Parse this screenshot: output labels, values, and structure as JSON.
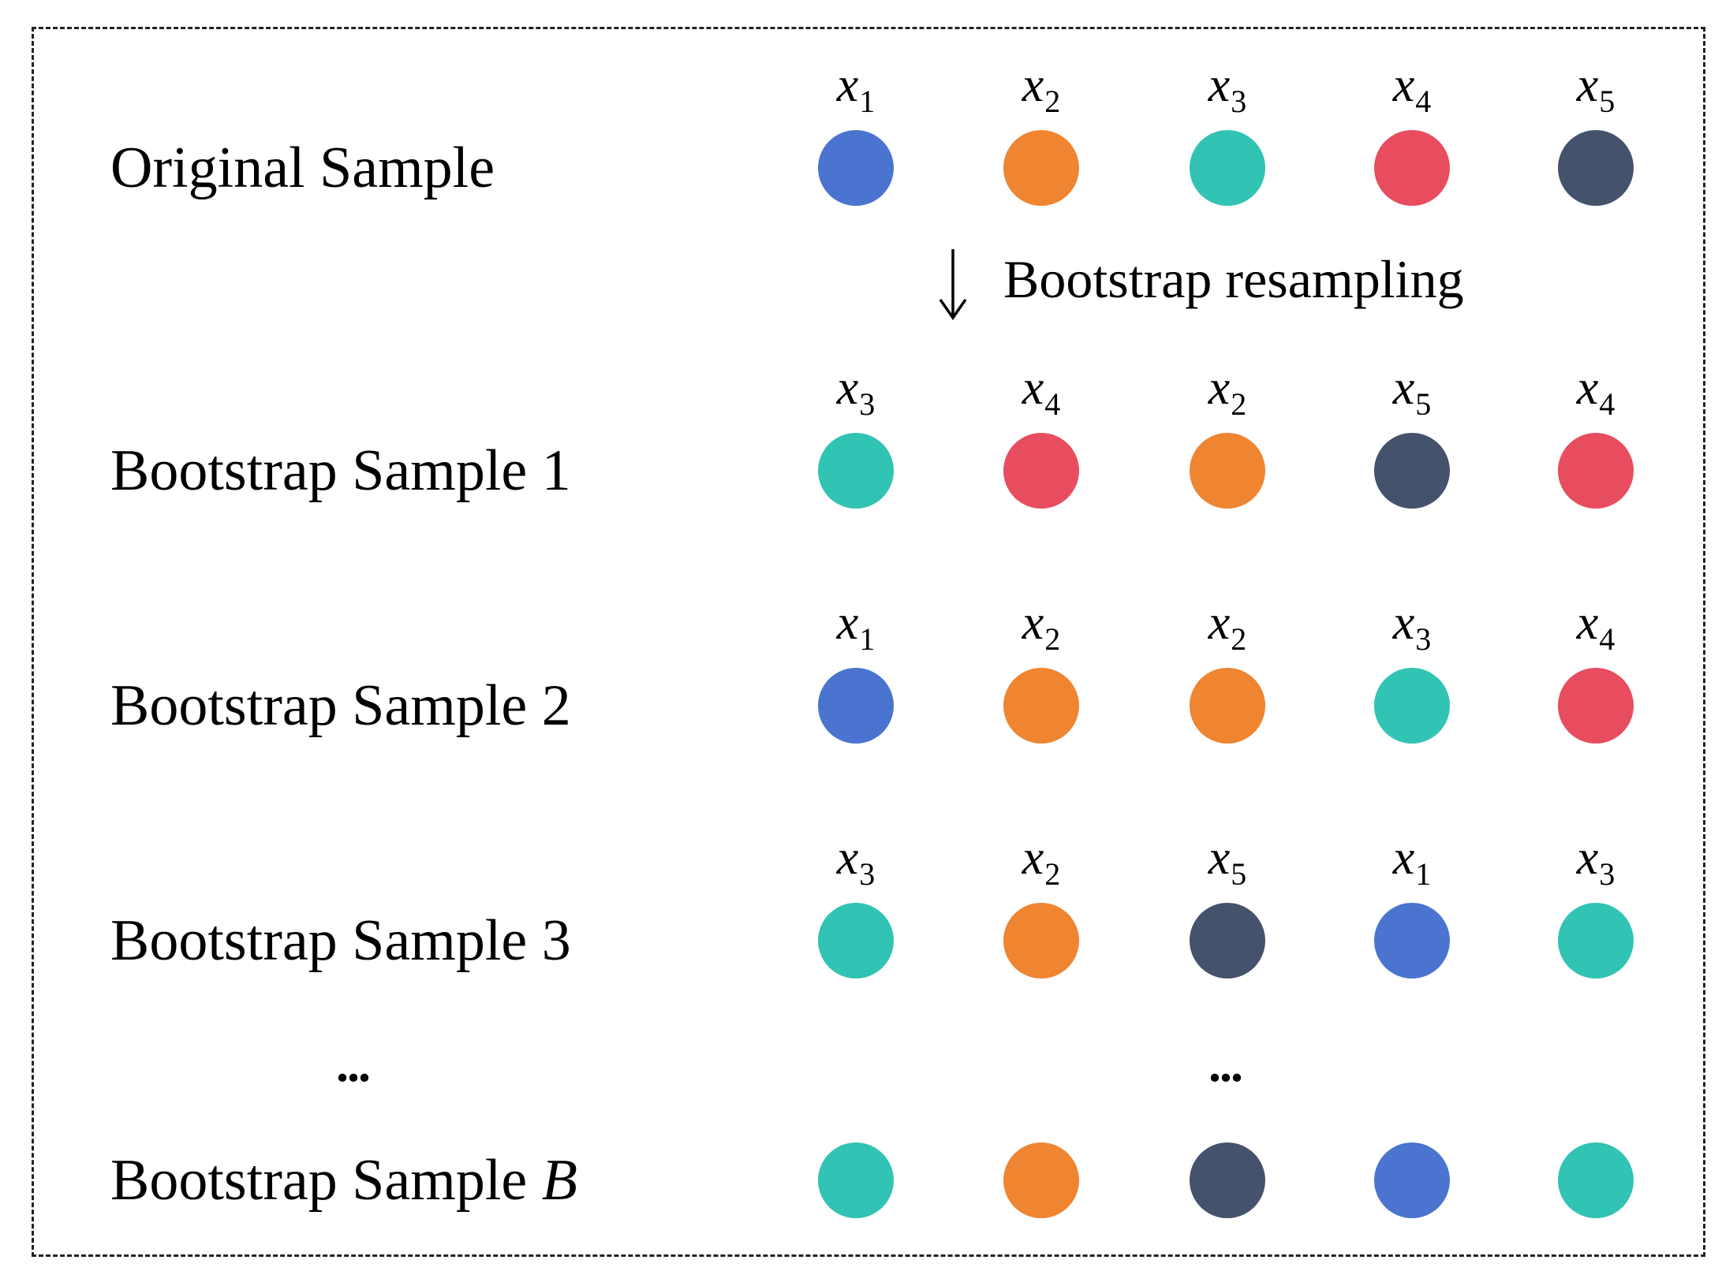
{
  "arrow_label": "Bootstrap resampling",
  "ellipsis": "...",
  "colors": {
    "x1": "#4a74cf",
    "x2": "#ef8431",
    "x3": "#31c3b4",
    "x4": "#e84c5f",
    "x5": "#44526b"
  },
  "rows": [
    {
      "label": "Original Sample",
      "label_suffix": "",
      "show_vars": true,
      "items": [
        "x1",
        "x2",
        "x3",
        "x4",
        "x5"
      ]
    },
    {
      "label": "Bootstrap Sample 1",
      "label_suffix": "",
      "show_vars": true,
      "items": [
        "x3",
        "x4",
        "x2",
        "x5",
        "x4"
      ]
    },
    {
      "label": "Bootstrap Sample 2",
      "label_suffix": "",
      "show_vars": true,
      "items": [
        "x1",
        "x2",
        "x2",
        "x3",
        "x4"
      ]
    },
    {
      "label": "Bootstrap Sample 3",
      "label_suffix": "",
      "show_vars": true,
      "items": [
        "x3",
        "x2",
        "x5",
        "x1",
        "x3"
      ]
    },
    {
      "label": "Bootstrap Sample ",
      "label_suffix": "B",
      "show_vars": false,
      "items": [
        "x3",
        "x2",
        "x5",
        "x1",
        "x3"
      ]
    }
  ]
}
